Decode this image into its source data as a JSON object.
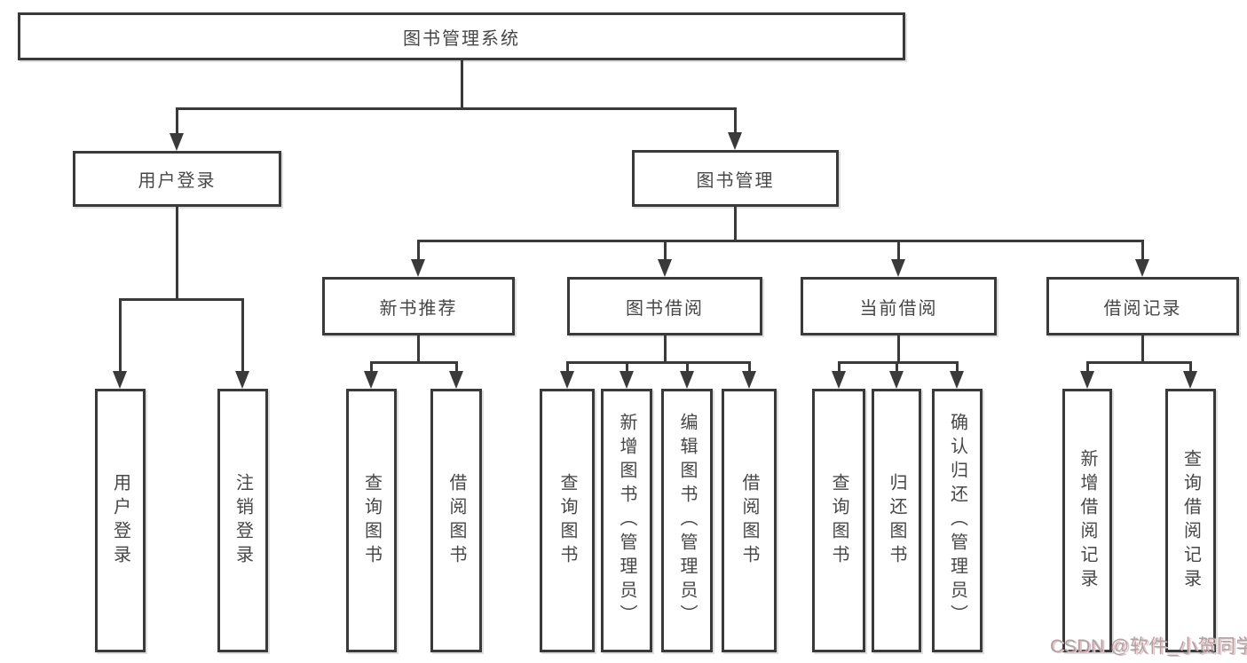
{
  "diagram_title": "图书管理系统",
  "tree": {
    "label": "图书管理系统",
    "children": [
      {
        "label": "用户登录",
        "children": [
          {
            "label": "用户登录"
          },
          {
            "label": "注销登录"
          }
        ]
      },
      {
        "label": "图书管理",
        "children": [
          {
            "label": "新书推荐",
            "children": [
              {
                "label": "查询图书"
              },
              {
                "label": "借阅图书"
              }
            ]
          },
          {
            "label": "图书借阅",
            "children": [
              {
                "label": "查询图书"
              },
              {
                "label": "新增图书（管理员）"
              },
              {
                "label": "编辑图书（管理员）"
              },
              {
                "label": "借阅图书"
              }
            ]
          },
          {
            "label": "当前借阅",
            "children": [
              {
                "label": "查询图书"
              },
              {
                "label": "归还图书"
              },
              {
                "label": "确认归还（管理员）"
              }
            ]
          },
          {
            "label": "借阅记录",
            "children": [
              {
                "label": "新增借阅记录"
              },
              {
                "label": "查询借阅记录"
              }
            ]
          }
        ]
      }
    ]
  },
  "watermark": "CSDN @软件_小贺同学",
  "colors": {
    "line": "#3a3a3a",
    "text": "#474747",
    "background": "#ffffff",
    "watermark_gray": "#a6a6a6",
    "watermark_pink": "#f2bcc2"
  }
}
